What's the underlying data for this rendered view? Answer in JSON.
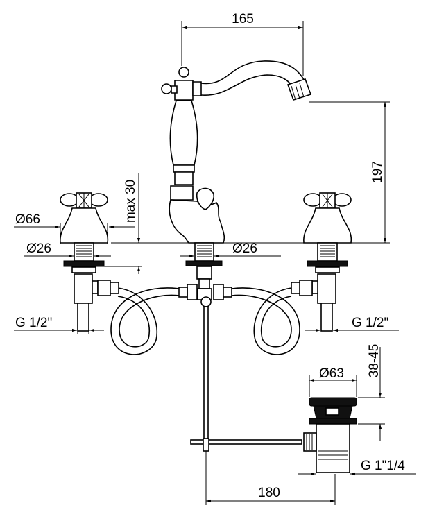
{
  "title": "Three-hole basin mixer technical drawing",
  "dimensions": {
    "spout_reach": "165",
    "spout_height": "197",
    "max_thickness": "max 30",
    "handle_base_diameter": "Ø66",
    "stem_diameter_left": "Ø26",
    "stem_diameter_center": "Ø26",
    "connection_left": "G 1/2\"",
    "connection_right": "G 1/2\"",
    "drain_height": "38-45",
    "drain_diameter": "Ø63",
    "drain_thread": "G 1\"1/4",
    "drain_offset": "180"
  },
  "colors": {
    "line": "#000000",
    "background": "#ffffff"
  }
}
